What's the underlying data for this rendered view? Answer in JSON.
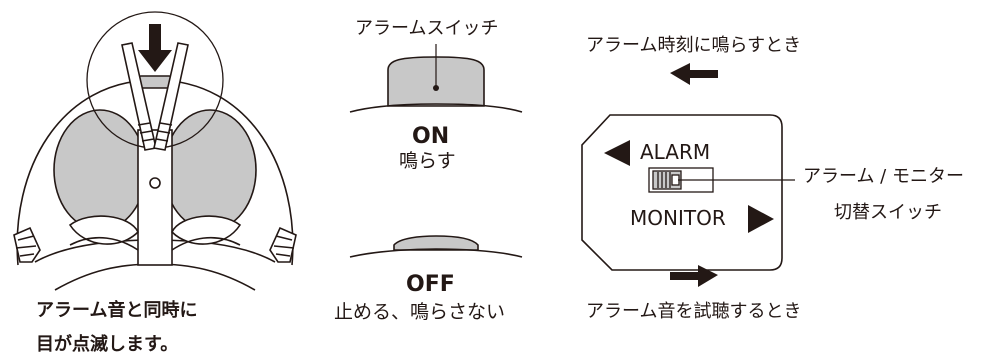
{
  "diagram": {
    "left_caption_line1": "アラーム音と同時に",
    "left_caption_line2": "目が点滅します。",
    "alarm_switch_label": "アラームスイッチ",
    "on_label": "ON",
    "on_desc": "鳴らす",
    "off_label": "OFF",
    "off_desc": "止める、鳴らさない",
    "arrow_left_caption": "アラーム時刻に鳴らすとき",
    "arrow_right_caption": "アラーム音を試聴するとき",
    "panel_alarm_label": "ALARM",
    "panel_monitor_label": "MONITOR",
    "selector_label_line1": "アラーム / モニター",
    "selector_label_line2": "切替スイッチ"
  },
  "colors": {
    "line": "#231815",
    "fill_gray": "#c8c8c8",
    "background": "#ffffff"
  }
}
